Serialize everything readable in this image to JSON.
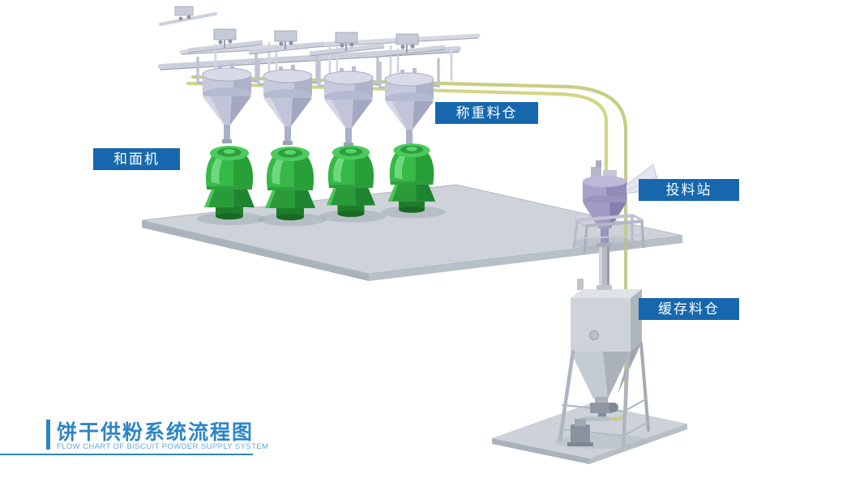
{
  "labels": {
    "weighing_silo": "称重料仓",
    "dough_mixer": "和面机",
    "feeding_station": "投料站",
    "buffer_silo": "缓存料仓"
  },
  "title": {
    "main": "饼干供粉系统流程图",
    "subtitle": "FLOW CHART OF BISCUIT POWDER SUPPLY SYSTEM"
  },
  "equipment_counts": {
    "dough_mixers": 4,
    "weighing_hoppers": 4
  },
  "colors": {
    "label_background": "#1667ae",
    "label_text": "#ffffff",
    "title_blue": "#2e85c5",
    "subtitle_blue": "#62a8da",
    "machine_green": "#36b947",
    "pipe_olive": "#cdd287",
    "platform_gray": "#cdd3d9",
    "steel_lavender": "#c7cadd"
  }
}
